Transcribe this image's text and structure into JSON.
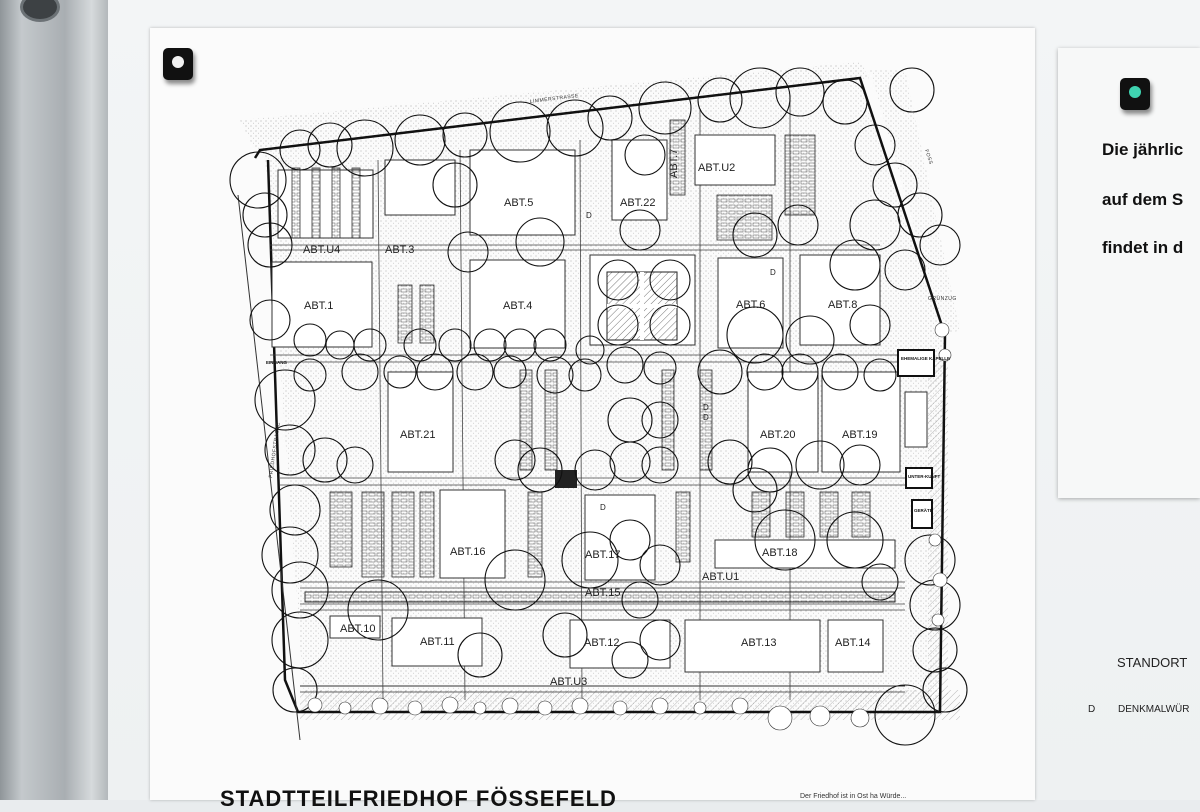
{
  "poster": {
    "title": "STADTTEILFRIEDHOF FÖSSEFELD",
    "footnote": "Der Friedhof ist in Ost ha Würde..."
  },
  "map": {
    "streets": {
      "north": "LIMMERSTRASSE",
      "west": "FRIEDHOFSTRASSE",
      "east_top": "FOSS",
      "east_mid": "GRÜNZUG"
    },
    "markers": {
      "entrance": "EINGANG",
      "chapel": "EHEMALIGE KAPELLE",
      "shelter": "UNTER-KUNFT",
      "equipment": "GERÄTE"
    },
    "sections": [
      {
        "id": "U4",
        "label": "ABT.U4"
      },
      {
        "id": "3",
        "label": "ABT.3"
      },
      {
        "id": "5",
        "label": "ABT.5"
      },
      {
        "id": "22",
        "label": "ABT.22"
      },
      {
        "id": "7",
        "label": "ABT.7"
      },
      {
        "id": "U2",
        "label": "ABT.U2"
      },
      {
        "id": "1",
        "label": "ABT.1"
      },
      {
        "id": "4",
        "label": "ABT.4"
      },
      {
        "id": "6",
        "label": "ABT.6"
      },
      {
        "id": "8",
        "label": "ABT.8"
      },
      {
        "id": "21",
        "label": "ABT.21"
      },
      {
        "id": "20",
        "label": "ABT.20"
      },
      {
        "id": "19",
        "label": "ABT.19"
      },
      {
        "id": "16",
        "label": "ABT.16"
      },
      {
        "id": "17",
        "label": "ABT.17"
      },
      {
        "id": "18",
        "label": "ABT.18"
      },
      {
        "id": "U1",
        "label": "ABT.U1"
      },
      {
        "id": "15",
        "label": "ABT.15"
      },
      {
        "id": "10",
        "label": "ABT.10"
      },
      {
        "id": "11",
        "label": "ABT.11"
      },
      {
        "id": "12",
        "label": "ABT.12"
      },
      {
        "id": "13",
        "label": "ABT.13"
      },
      {
        "id": "14",
        "label": "ABT.14"
      },
      {
        "id": "U3",
        "label": "ABT.U3"
      }
    ],
    "monument_marker": "D"
  },
  "note": {
    "lines": [
      "Die jährlic",
      "auf dem S",
      "findet in d"
    ]
  },
  "legend": {
    "standort": "STANDORT",
    "d_symbol": "D",
    "d_text": "DENKMALWÜR"
  },
  "colors": {
    "pin_left": "#f2f2f2",
    "pin_right": "#3fd3b0",
    "ink": "#222222"
  }
}
